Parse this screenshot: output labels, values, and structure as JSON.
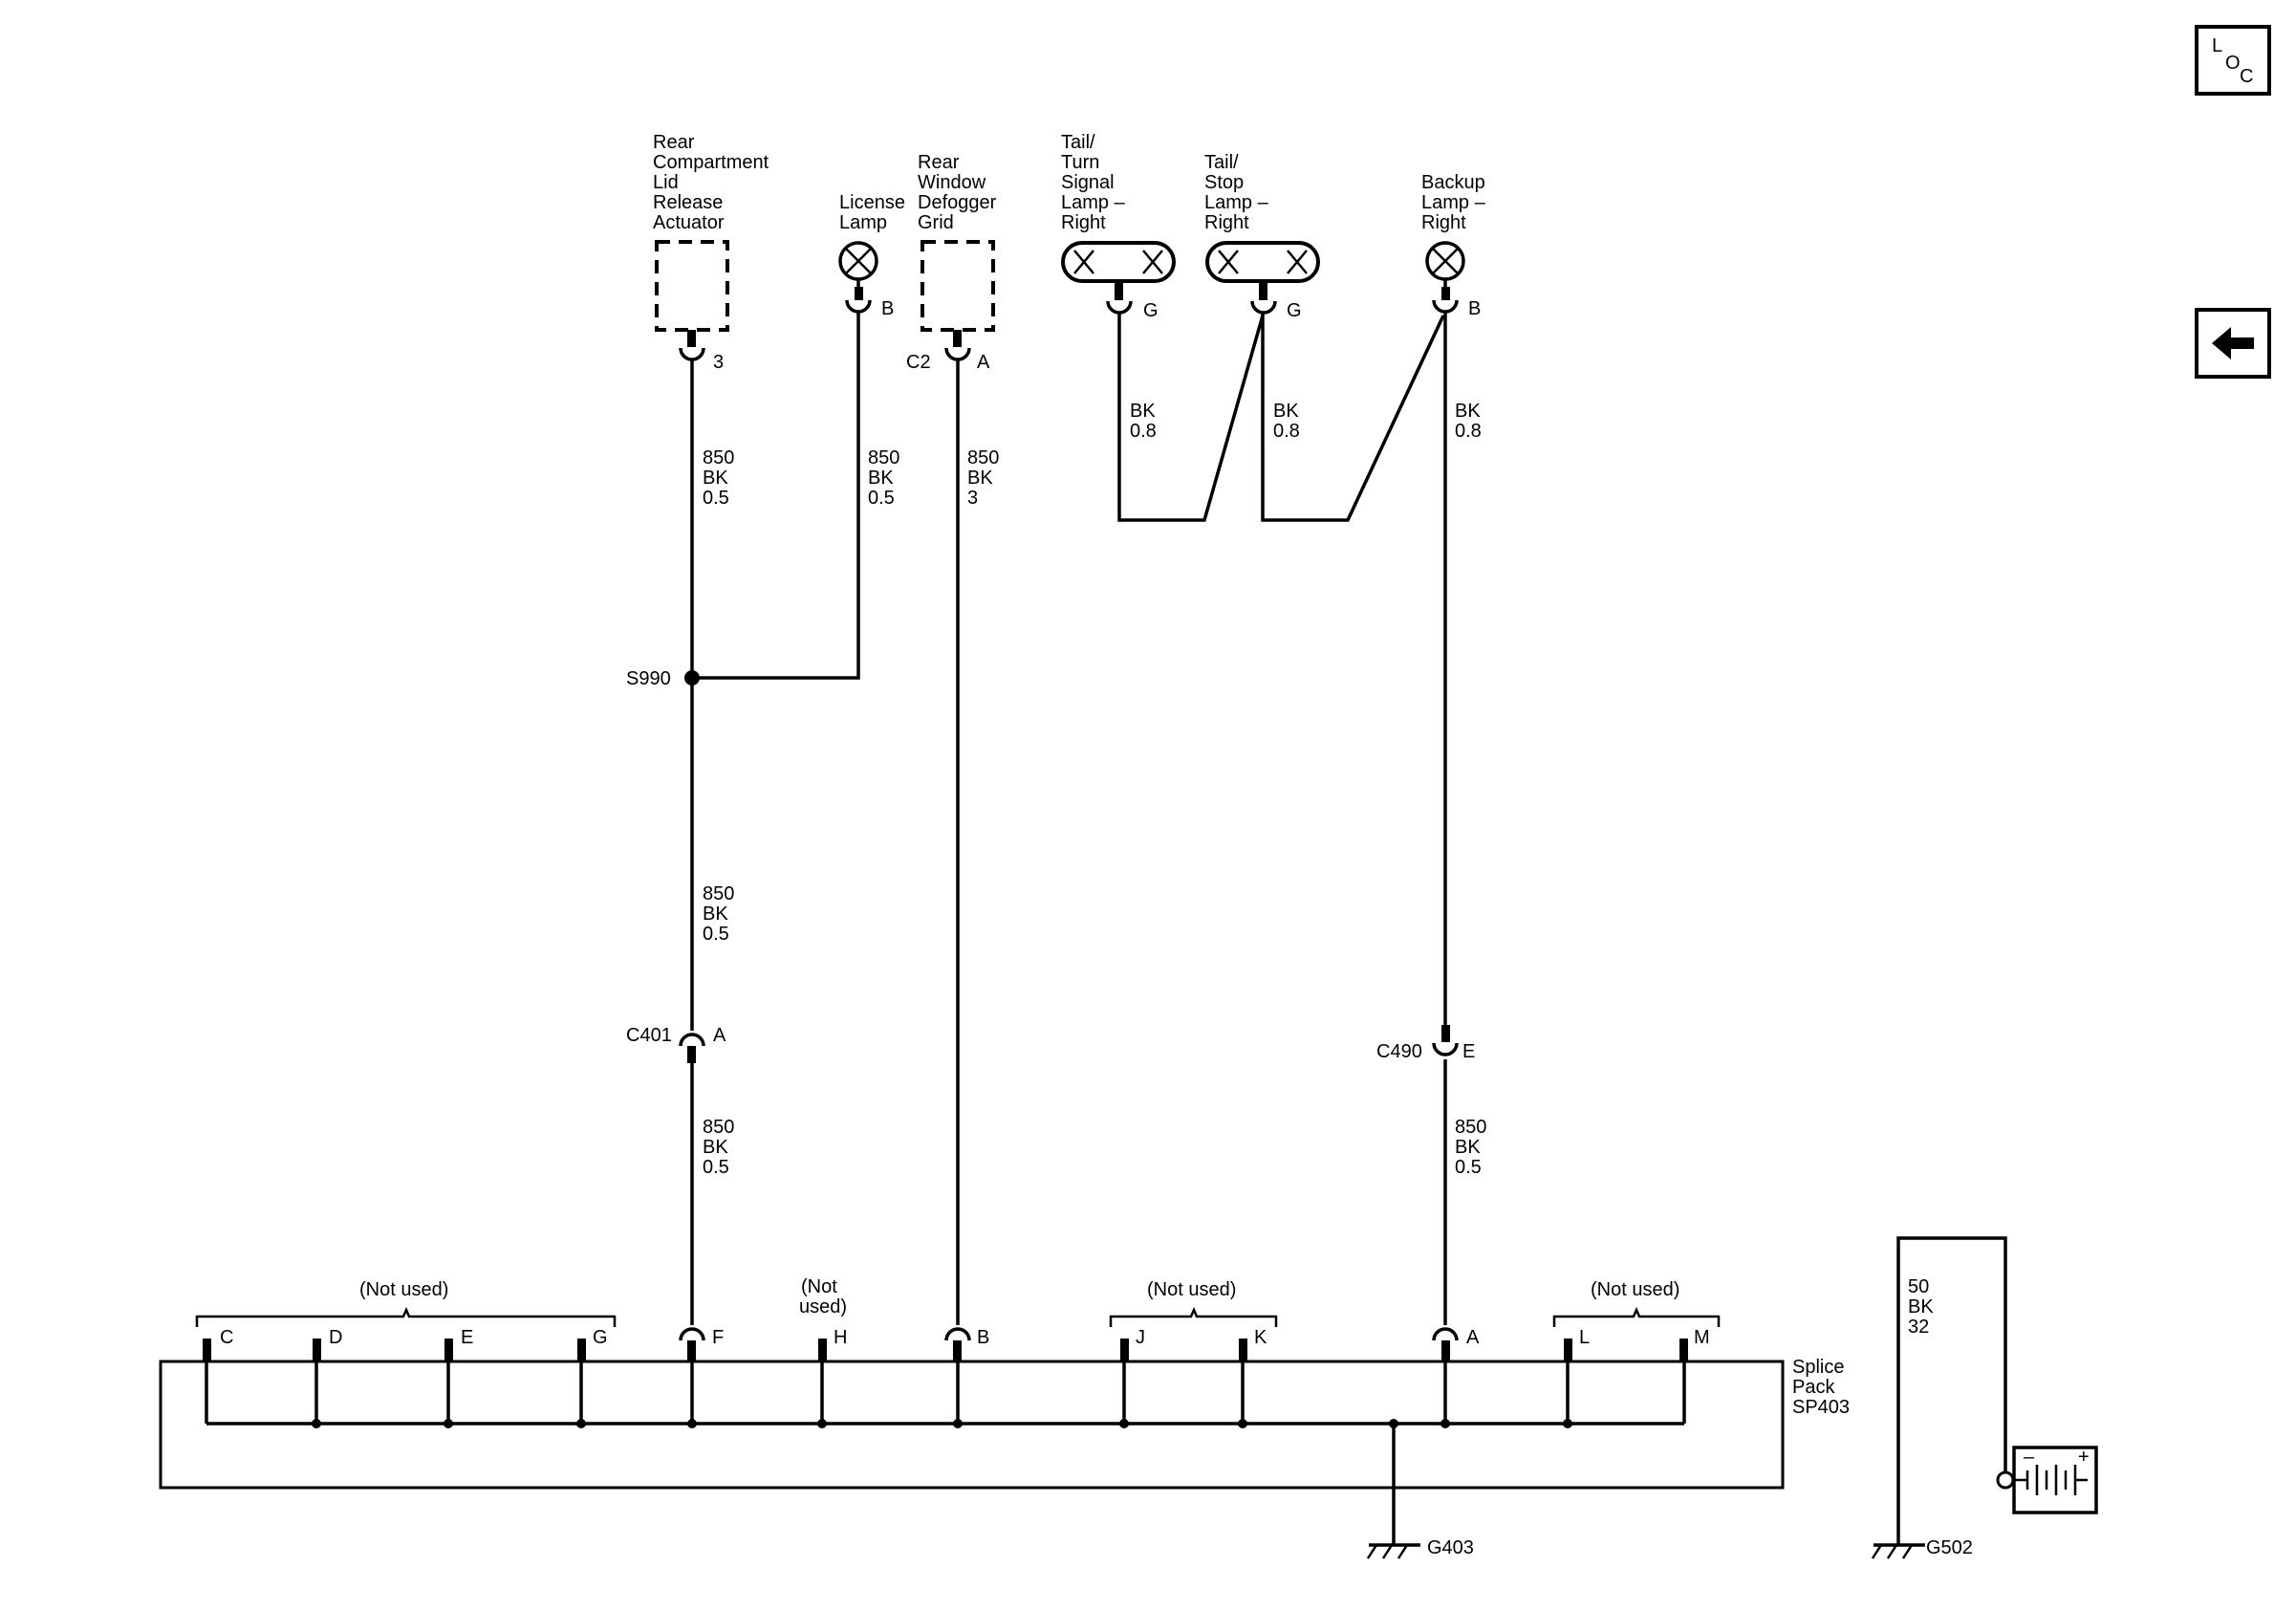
{
  "components": {
    "lid_actuator": [
      "Rear",
      "Compartment",
      "Lid",
      "Release",
      "Actuator"
    ],
    "license_lamp": [
      "License",
      "Lamp"
    ],
    "defogger": [
      "Rear",
      "Window",
      "Defogger",
      "Grid"
    ],
    "tail_turn_lamp": [
      "Tail/",
      "Turn",
      "Signal",
      "Lamp –",
      "Right"
    ],
    "tail_stop_lamp": [
      "Tail/",
      "Stop",
      "Lamp –",
      "Right"
    ],
    "backup_lamp": [
      "Backup",
      "Lamp –",
      "Right"
    ],
    "splice_pack": [
      "Splice",
      "Pack",
      "SP403"
    ]
  },
  "pins": {
    "lid_actuator": "3",
    "license_lamp": "B",
    "defogger_connector": "C2",
    "defogger": "A",
    "tail_turn": "G",
    "tail_stop": "G",
    "backup": "B"
  },
  "wires": {
    "lid_actuator_wire": [
      "850",
      "BK",
      "0.5"
    ],
    "license_wire": [
      "850",
      "BK",
      "0.5"
    ],
    "defogger_wire": [
      "850",
      "BK",
      "3"
    ],
    "tail_turn_wire": [
      "BK",
      "0.8"
    ],
    "tail_stop_wire": [
      "BK",
      "0.8"
    ],
    "backup_wire": [
      "BK",
      "0.8"
    ],
    "splice_to_c401": [
      "850",
      "BK",
      "0.5"
    ],
    "c401_to_sp403": [
      "850",
      "BK",
      "0.5"
    ],
    "c490_to_sp403": [
      "850",
      "BK",
      "0.5"
    ],
    "battery_ground": [
      "50",
      "BK",
      "32"
    ]
  },
  "splice": "S990",
  "connectors": {
    "c401": "C401",
    "c401_pin": "A",
    "c490": "C490",
    "c490_pin": "E"
  },
  "splice_pack_pins": {
    "c": "C",
    "d": "D",
    "e": "E",
    "g": "G",
    "f": "F",
    "h": "H",
    "b": "B",
    "j": "J",
    "k": "K",
    "a": "A",
    "l": "L",
    "m": "M"
  },
  "not_used": {
    "left": "(Not used)",
    "h_line1": "(Not",
    "h_line2": "used)",
    "jk": "(Not used)",
    "lm": "(Not used)"
  },
  "grounds": {
    "g403": "G403",
    "g502": "G502"
  },
  "battery": {
    "minus": "–",
    "plus": "+"
  },
  "nav": {
    "loc": [
      "L",
      "O",
      "C"
    ],
    "back_icon": "left-arrow-icon"
  }
}
